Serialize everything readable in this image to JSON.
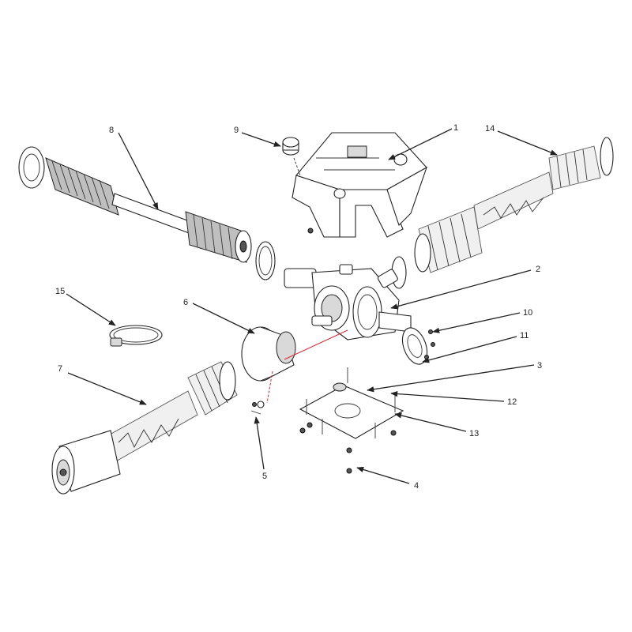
{
  "part_labels": [
    {
      "id": "1",
      "text": "1"
    },
    {
      "id": "2",
      "text": "2"
    },
    {
      "id": "3",
      "text": "3"
    },
    {
      "id": "4",
      "text": "4"
    },
    {
      "id": "5",
      "text": "5"
    },
    {
      "id": "6",
      "text": "6"
    },
    {
      "id": "7",
      "text": "7"
    },
    {
      "id": "8",
      "text": "8"
    },
    {
      "id": "9",
      "text": "9"
    },
    {
      "id": "10",
      "text": "10"
    },
    {
      "id": "11",
      "text": "11"
    },
    {
      "id": "12",
      "text": "12"
    },
    {
      "id": "13",
      "text": "13"
    },
    {
      "id": "14",
      "text": "14"
    },
    {
      "id": "15",
      "text": "15"
    }
  ],
  "colors": {
    "line": "#222222",
    "boot_dark": "#bfbfbf",
    "boot_light": "#f0f0f0",
    "guide_line": "#e0242c"
  }
}
